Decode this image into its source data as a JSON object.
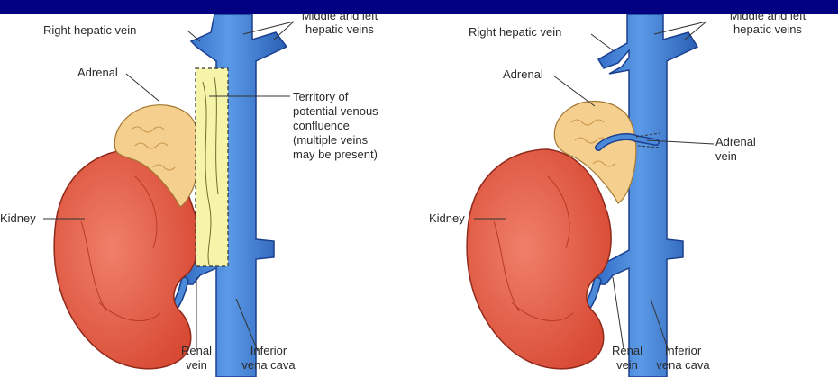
{
  "left_panel": {
    "label_middle_left_hepatic": [
      "Middle and left",
      "hepatic veins"
    ],
    "label_right_hepatic": "Right hepatic vein",
    "label_adrenal": "Adrenal",
    "label_territory": [
      "Territory of",
      "potential venous",
      "confluence",
      "(multiple veins",
      "may be present)"
    ],
    "label_kidney": "Kidney",
    "label_renal_vein": [
      "Renal",
      "vein"
    ],
    "label_ivc": [
      "Inferior",
      "vena cava"
    ]
  },
  "right_panel": {
    "label_middle_left_hepatic": [
      "Middle and left",
      "hepatic veins"
    ],
    "label_right_hepatic": "Right hepatic vein",
    "label_adrenal": "Adrenal",
    "label_adrenal_vein": [
      "Adrenal",
      "vein"
    ],
    "label_kidney": "Kidney",
    "label_renal_vein": [
      "Renal",
      "vein"
    ],
    "label_ivc": [
      "Inferior",
      "vena cava"
    ]
  },
  "colors": {
    "background_frame": "#000080",
    "vein_fill": "#3d7fd6",
    "vein_stroke": "#1b3f8f",
    "kidney_fill": "#e8604a",
    "kidney_stroke": "#8f2a1c",
    "adrenal_fill": "#f5cf8e",
    "territory_fill": "#f6f4a8"
  }
}
